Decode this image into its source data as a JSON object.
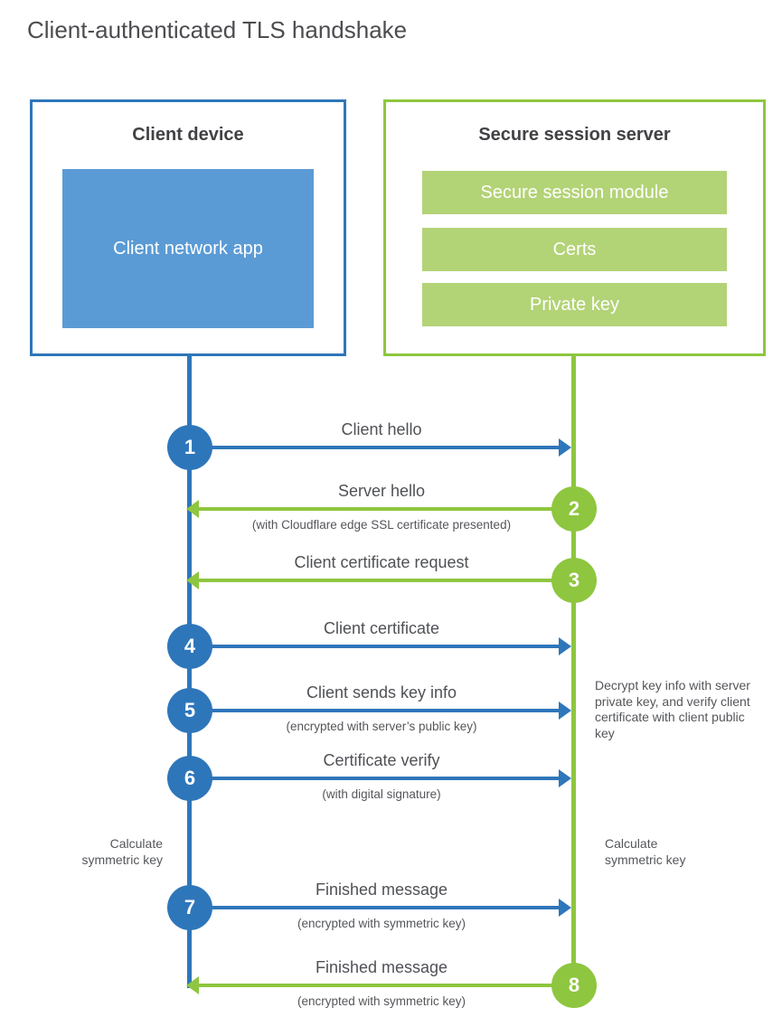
{
  "title": "Client-authenticated TLS handshake",
  "client": {
    "title": "Client device",
    "app_label": "Client network app"
  },
  "server": {
    "title": "Secure session server",
    "modules": [
      "Secure session module",
      "Certs",
      "Private key"
    ]
  },
  "steps": [
    {
      "num": "1",
      "label": "Client hello",
      "sub": "",
      "from": "client",
      "direction": "right"
    },
    {
      "num": "2",
      "label": "Server hello",
      "sub": "(with Cloudflare edge SSL certificate presented)",
      "from": "server",
      "direction": "left"
    },
    {
      "num": "3",
      "label": "Client certificate request",
      "sub": "",
      "from": "server",
      "direction": "left"
    },
    {
      "num": "4",
      "label": "Client certificate",
      "sub": "",
      "from": "client",
      "direction": "right"
    },
    {
      "num": "5",
      "label": "Client sends key info",
      "sub": "(encrypted with server’s public key)",
      "from": "client",
      "direction": "right"
    },
    {
      "num": "6",
      "label": "Certificate verify",
      "sub": "(with digital signature)",
      "from": "client",
      "direction": "right"
    },
    {
      "num": "7",
      "label": "Finished message",
      "sub": "(encrypted with symmetric key)",
      "from": "client",
      "direction": "right"
    },
    {
      "num": "8",
      "label": "Finished message",
      "sub": "(encrypted with symmetric key)",
      "from": "server",
      "direction": "left"
    }
  ],
  "annotations": {
    "decrypt_note": "Decrypt key info with server private key, and verify client certificate with client public key",
    "client_calculate": "Calculate symmetric key",
    "server_calculate": "Calculate symmetric key"
  },
  "colors": {
    "blue": "#2e76ba",
    "blueFill": "#5b9bd5",
    "green": "#8ec63f",
    "greenFill": "#b3d377",
    "textGray": "#54565a"
  }
}
